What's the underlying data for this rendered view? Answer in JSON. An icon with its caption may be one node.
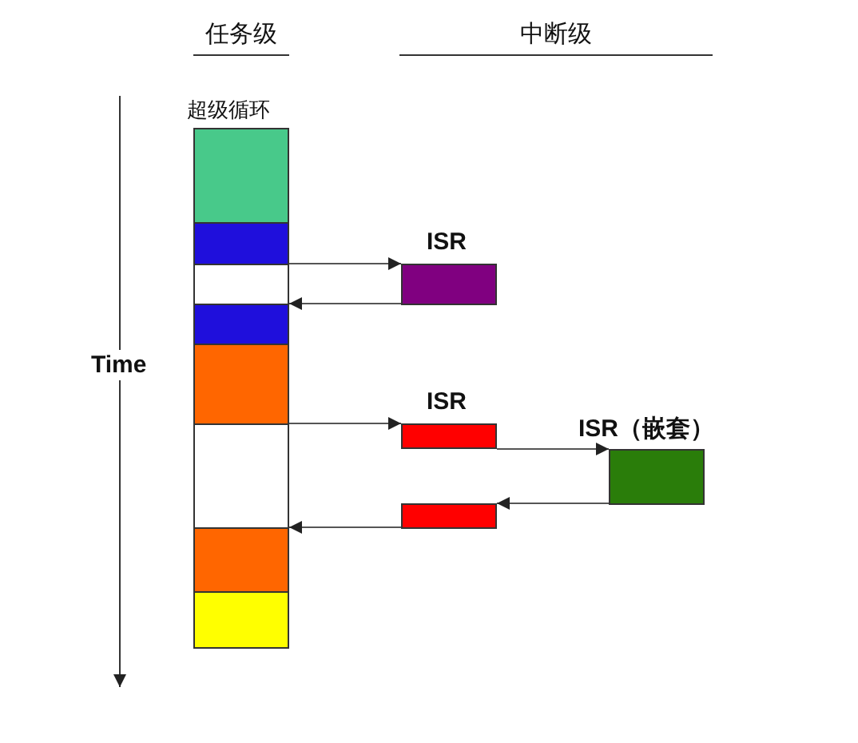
{
  "diagram": {
    "nodes": [
      {
        "text": [
          "超级循环"
        ]
      },
      {
        "text": [],
        "shape": "box"
      },
      {
        "text": [],
        "shape": "box"
      },
      {
        "text": [],
        "shape": "box"
      },
      {
        "text": [],
        "shape": "box"
      },
      {
        "text": [],
        "shape": "box"
      },
      {
        "text": [],
        "shape": "box"
      },
      {
        "text": [],
        "shape": "box"
      },
      {
        "text": [],
        "shape": "box",
        "beside": [
          "ISR"
        ]
      },
      {
        "text": [],
        "shape": "box",
        "beside": [
          "ISR"
        ]
      },
      {
        "text": [],
        "shape": "box",
        "beside": [
          "ISR（嵌套）"
        ]
      },
      {
        "text": [],
        "shape": "box"
      }
    ],
    "edges": [
      {
        "from": 1,
        "to": 8,
        "arrow": "to"
      },
      {
        "from": 8,
        "to": 3,
        "arrow": "to"
      },
      {
        "from": 4,
        "to": 9,
        "arrow": "to"
      },
      {
        "from": 9,
        "to": 10,
        "arrow": "to"
      },
      {
        "from": 10,
        "to": 11,
        "arrow": "to"
      },
      {
        "from": 11,
        "to": 6,
        "arrow": "to"
      }
    ],
    "labels": [
      "任务级",
      "中断级",
      "Time"
    ]
  }
}
